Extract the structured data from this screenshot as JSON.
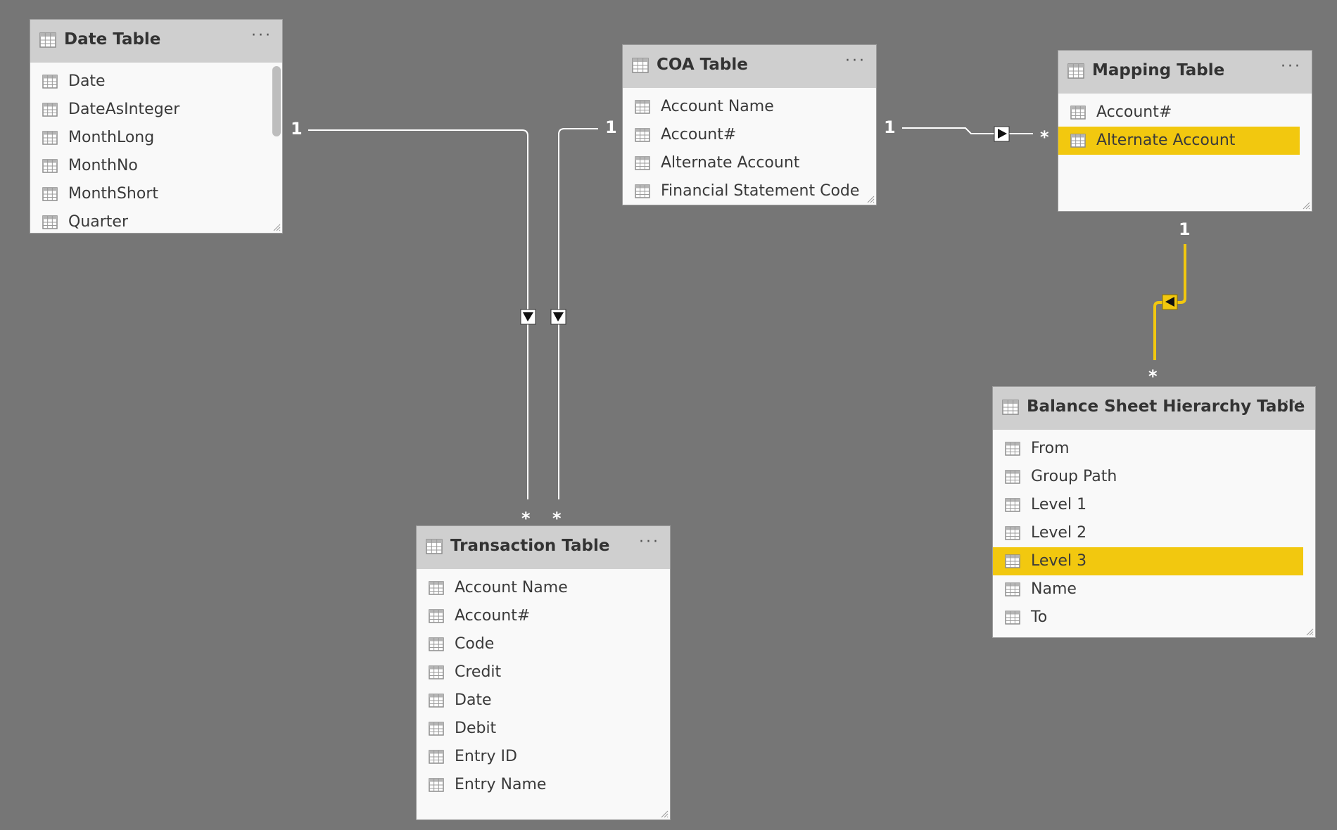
{
  "tables": {
    "date_table": {
      "title": "Date Table",
      "menu": "···",
      "fields": [
        "Date",
        "DateAsInteger",
        "MonthLong",
        "MonthNo",
        "MonthShort",
        "Quarter"
      ]
    },
    "coa_table": {
      "title": "COA Table",
      "menu": "···",
      "fields": [
        "Account Name",
        "Account#",
        "Alternate Account",
        "Financial Statement Code"
      ]
    },
    "mapping_table": {
      "title": "Mapping Table",
      "menu": "···",
      "fields": [
        "Account#",
        "Alternate Account"
      ],
      "highlighted_field": "Alternate Account"
    },
    "transaction_table": {
      "title": "Transaction Table",
      "menu": "···",
      "fields": [
        "Account Name",
        "Account#",
        "Code",
        "Credit",
        "Date",
        "Debit",
        "Entry ID",
        "Entry Name"
      ]
    },
    "balance_sheet_hierarchy_table": {
      "title": "Balance Sheet Hierarchy Table",
      "menu": "···",
      "fields": [
        "From",
        "Group Path",
        "Level 1",
        "Level 2",
        "Level 3",
        "Name",
        "To"
      ],
      "highlighted_field": "Level 3"
    }
  },
  "relationships": [
    {
      "from": "Date Table",
      "to": "Transaction Table",
      "from_cardinality": "1",
      "to_cardinality": "*",
      "highlighted": false
    },
    {
      "from": "COA Table",
      "to": "Transaction Table",
      "from_cardinality": "1",
      "to_cardinality": "*",
      "highlighted": false
    },
    {
      "from": "COA Table",
      "to": "Mapping Table",
      "from_cardinality": "1",
      "to_cardinality": "*",
      "highlighted": false
    },
    {
      "from": "Mapping Table",
      "to": "Balance Sheet Hierarchy Table",
      "from_cardinality": "1",
      "to_cardinality": "*",
      "highlighted": true
    }
  ],
  "colors": {
    "canvas": "#767676",
    "card_body": "#f9f9f9",
    "card_header": "#cfcfcf",
    "highlight": "#f2c80f",
    "line": "#ffffff"
  },
  "icons": {
    "table": "table-grid-icon",
    "field": "column-grid-icon",
    "menu": "ellipsis-icon"
  }
}
